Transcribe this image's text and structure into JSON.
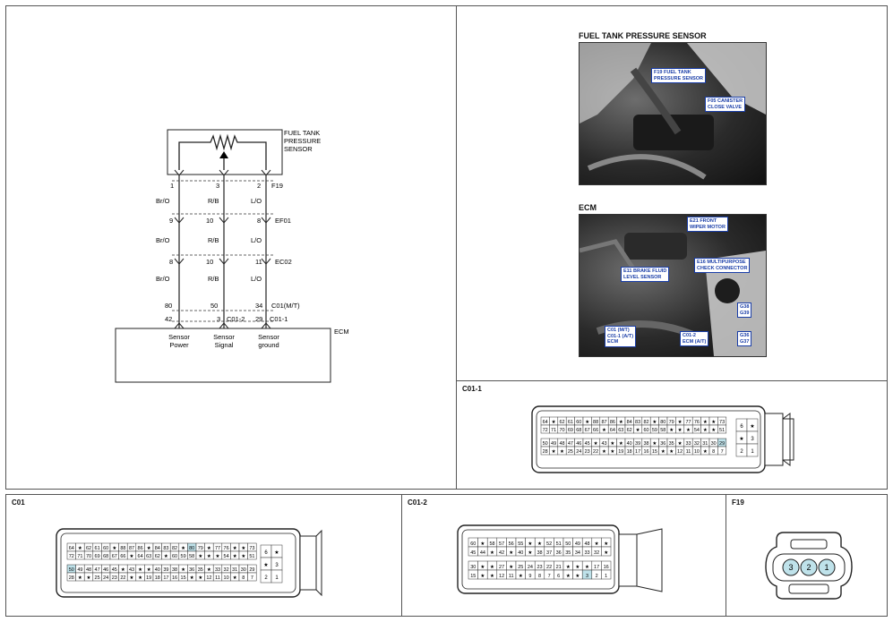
{
  "schematic": {
    "sensor_name": [
      "FUEL TANK",
      "PRESSURE",
      "SENSOR"
    ],
    "ecm_label": "ECM",
    "pins": {
      "f19": [
        "1",
        "3",
        "2"
      ],
      "f19_label": "F19",
      "ef01": [
        "9",
        "10",
        "8"
      ],
      "ef01_label": "EF01",
      "ec02": [
        "8",
        "10",
        "11"
      ],
      "ec02_label": "EC02",
      "c01mt": [
        "80",
        "50",
        "34"
      ],
      "c01mt_label": "C01(M/T)",
      "c011": [
        "42",
        "3",
        "29"
      ],
      "c012_label": "C01-2",
      "c011_label": "C01-1"
    },
    "wire_colors": {
      "row1": [
        "Br/O",
        "R/B",
        "L/O"
      ],
      "row2": [
        "Br/O",
        "R/B",
        "L/O"
      ],
      "row3": [
        "Br/O",
        "R/B",
        "L/O"
      ]
    },
    "ecm_terminals": [
      [
        "Sensor",
        "Power"
      ],
      [
        "Sensor",
        "Signal"
      ],
      [
        "Sensor",
        "ground"
      ]
    ]
  },
  "photos": {
    "fuel_tank_title": "FUEL TANK PRESSURE SENSOR",
    "fuel_tank_callouts": [
      "F19 FUEL TANK\nPRESSURE SENSOR",
      "F05 CANISTER\nCLOSE VALVE"
    ],
    "ecm_title": "ECM",
    "ecm_callouts": [
      "E21 FRONT\nWIPER MOTOR",
      "E16 MULTIPURPOSE\nCHECK CONNECTOR",
      "E11 BRAKE FLUID\nLEVEL SENSOR",
      "G38\nG39",
      "C01 (M/T)\nC01-1 (A/T)\nECM",
      "C01-2\nECM (A/T)",
      "G36\nG37"
    ]
  },
  "connectors": {
    "c011_title": "C01-1",
    "c01_title": "C01",
    "c012_title": "C01-2",
    "f19_title": "F19",
    "c011_rows": [
      [
        "64",
        "★",
        "62",
        "61",
        "60",
        "★",
        "88",
        "87",
        "86",
        "★",
        "84",
        "83",
        "82",
        "★",
        "80",
        "79",
        "★",
        "77",
        "76",
        "★",
        "★",
        "73"
      ],
      [
        "72",
        "71",
        "70",
        "69",
        "68",
        "67",
        "66",
        "★",
        "64",
        "63",
        "62",
        "★",
        "60",
        "59",
        "58",
        "★",
        "★",
        "★",
        "54",
        "★",
        "★",
        "51"
      ],
      [
        "50",
        "49",
        "48",
        "47",
        "46",
        "45",
        "★",
        "43",
        "★",
        "★",
        "40",
        "39",
        "38",
        "★",
        "36",
        "35",
        "★",
        "33",
        "32",
        "31",
        "30",
        "29"
      ],
      [
        "28",
        "★",
        "★",
        "25",
        "24",
        "23",
        "22",
        "★",
        "★",
        "19",
        "18",
        "17",
        "16",
        "15",
        "★",
        "★",
        "12",
        "11",
        "10",
        "★",
        "8",
        "7"
      ]
    ],
    "c011_side": [
      [
        "6",
        "★"
      ],
      [
        "★",
        "3"
      ],
      [
        "2",
        "1"
      ]
    ],
    "c01_rows": [
      [
        "64",
        "★",
        "62",
        "61",
        "60",
        "★",
        "88",
        "87",
        "86",
        "★",
        "84",
        "83",
        "82",
        "★",
        "80",
        "79",
        "★",
        "77",
        "76",
        "★",
        "★",
        "73"
      ],
      [
        "72",
        "71",
        "70",
        "69",
        "68",
        "67",
        "66",
        "★",
        "64",
        "63",
        "62",
        "★",
        "60",
        "59",
        "58",
        "★",
        "★",
        "★",
        "54",
        "★",
        "★",
        "51"
      ],
      [
        "50",
        "49",
        "48",
        "47",
        "46",
        "45",
        "★",
        "43",
        "★",
        "★",
        "40",
        "39",
        "38",
        "★",
        "36",
        "35",
        "★",
        "33",
        "32",
        "31",
        "30",
        "29"
      ],
      [
        "28",
        "★",
        "★",
        "25",
        "24",
        "23",
        "22",
        "★",
        "★",
        "19",
        "18",
        "17",
        "16",
        "15",
        "★",
        "★",
        "12",
        "11",
        "10",
        "★",
        "8",
        "7"
      ]
    ],
    "c01_side": [
      [
        "6",
        "★"
      ],
      [
        "★",
        "3"
      ],
      [
        "2",
        "1"
      ]
    ],
    "c012_rows": [
      [
        "60",
        "★",
        "58",
        "57",
        "56",
        "55",
        "★",
        "★",
        "52",
        "51",
        "50",
        "49",
        "48",
        "★",
        "★"
      ],
      [
        "45",
        "44",
        "★",
        "42",
        "★",
        "40",
        "★",
        "38",
        "37",
        "36",
        "35",
        "34",
        "33",
        "32",
        "★"
      ],
      [
        "30",
        "★",
        "★",
        "27",
        "★",
        "25",
        "24",
        "23",
        "22",
        "21",
        "★",
        "★",
        "★",
        "17",
        "16"
      ],
      [
        "15",
        "★",
        "★",
        "12",
        "11",
        "★",
        "9",
        "8",
        "7",
        "6",
        "★",
        "★",
        "3",
        "2",
        "1"
      ]
    ],
    "f19_pins": [
      "3",
      "2",
      "1"
    ]
  }
}
